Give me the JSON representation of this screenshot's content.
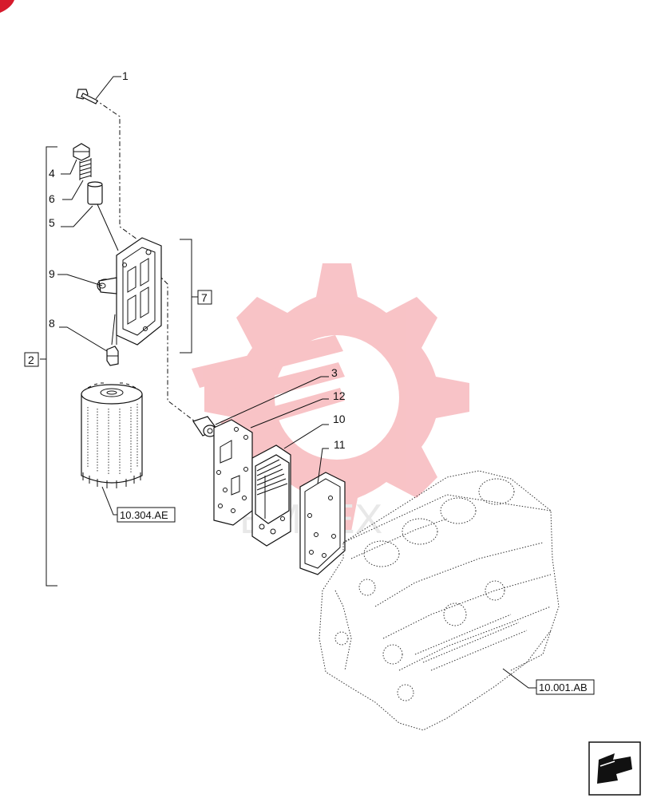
{
  "callouts": {
    "c1": "1",
    "c2": "2",
    "c3": "3",
    "c4": "4",
    "c5": "5",
    "c6": "6",
    "c7": "7",
    "c8": "8",
    "c9": "9",
    "c10": "10",
    "c11": "11",
    "c12": "12"
  },
  "references": {
    "filter_ref": "10.304.AE",
    "engine_ref": "10.001.AB"
  },
  "watermark": {
    "text": "EMTEX",
    "color": "#f7b9bd"
  },
  "nav": {
    "icon": "arrow-navigation-icon"
  },
  "corner_badge": {
    "color": "#d61a2c"
  }
}
